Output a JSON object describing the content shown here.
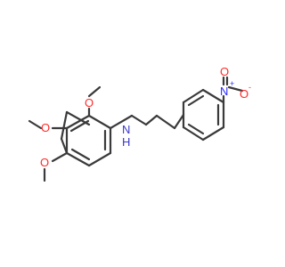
{
  "molecule": {
    "colors": {
      "bond": "#3a3a3a",
      "oxygen": "#ff2a2a",
      "nitrogen_amine": "#3838c8",
      "nitrogen_nitro": "#2a2aff"
    },
    "labels": {
      "methoxy_o1": "O",
      "methoxy_o2": "O",
      "methoxy_o3": "O",
      "amine_n": "N",
      "amine_h": "H",
      "nitro_n": "N",
      "nitro_n_charge": "+",
      "nitro_o_top": "O",
      "nitro_o_right": "O",
      "nitro_o_right_charge": "-"
    }
  }
}
